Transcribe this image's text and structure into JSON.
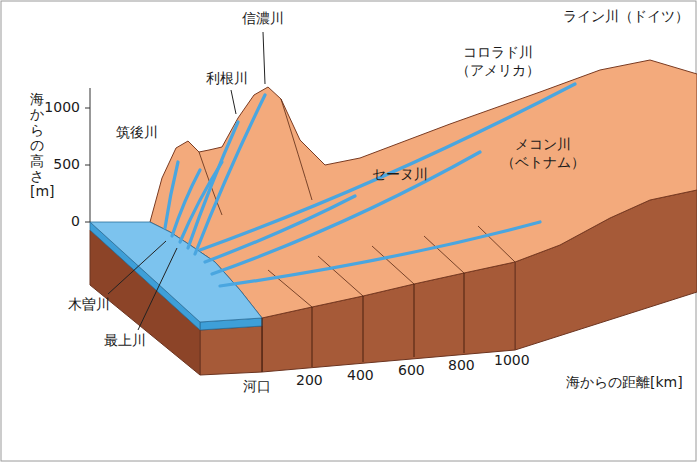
{
  "diagram": {
    "labels": [
      "信濃川",
      "利根川",
      "筑後川",
      "海からの高さ[m]",
      "1000",
      "500",
      "0",
      "コロラド川 （アメリカ）",
      "ライン川（ドイツ）",
      "セーヌ川",
      "メコン川 （ベトナム）",
      "木曽川",
      "最上川",
      "河口",
      "200",
      "400",
      "600",
      "800",
      "1000",
      "海からの距離[km]"
    ]
  }
}
